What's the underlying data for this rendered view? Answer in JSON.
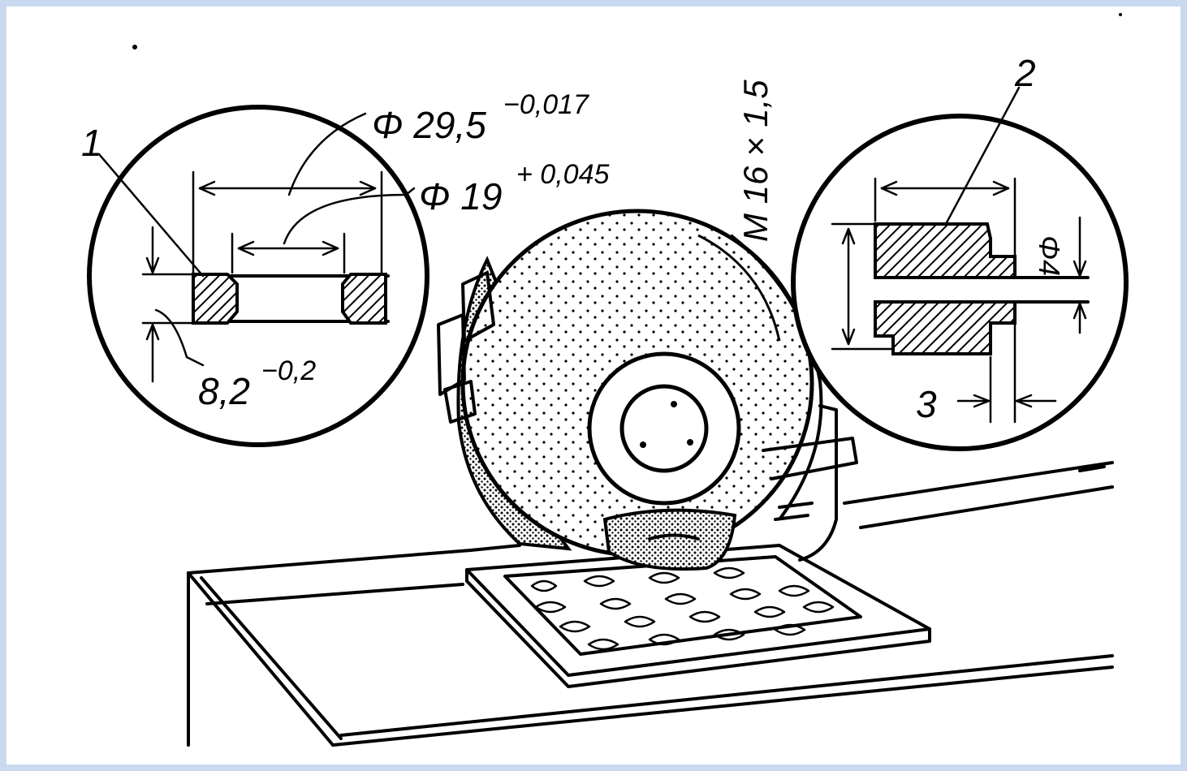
{
  "callouts": {
    "item_1": "1",
    "item_2": "2",
    "item_3": "3"
  },
  "dimensions": {
    "outer_diameter": "Φ 29,5",
    "outer_tol": "−0,017",
    "inner_diameter": "Φ 19",
    "inner_tol": "+ 0,045",
    "thickness": "8,2",
    "thickness_tol": "−0,2",
    "thread": "M 16 × 1,5",
    "hole_diameter": "Φ4"
  },
  "colors": {
    "frame": "#c9daf0",
    "ink": "#000000",
    "paper": "#ffffff"
  }
}
